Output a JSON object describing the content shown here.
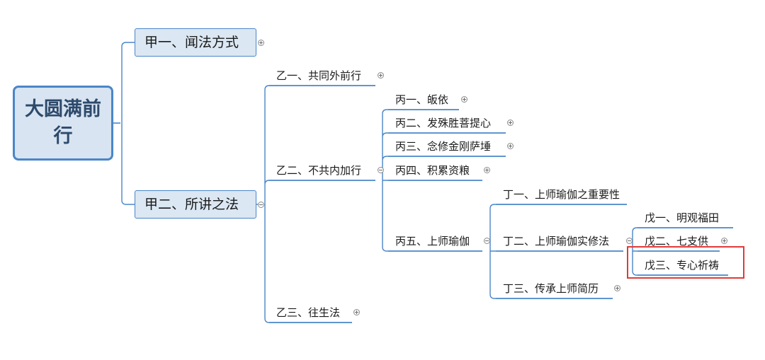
{
  "root": {
    "title": "大圆满前行"
  },
  "nodes": {
    "jia1": "甲一、闻法方式",
    "jia2": "甲二、所讲之法",
    "yi1": "乙一、共同外前行",
    "yi2": "乙二、不共内加行",
    "yi3": "乙三、往生法",
    "bing1": "丙一、皈依",
    "bing2": "丙二、发殊胜菩提心",
    "bing3": "丙三、念修金刚萨埵",
    "bing4": "丙四、积累资粮",
    "bing5": "丙五、上师瑜伽",
    "ding1": "丁一、上师瑜伽之重要性",
    "ding2": "丁二、上师瑜伽实修法",
    "ding3": "丁三、传承上师简历",
    "wu1": "戊一、明观福田",
    "wu2": "戊二、七支供",
    "wu3": "戊三、专心祈祷"
  },
  "highlighted_node": "wu3",
  "colors": {
    "line": "#4a86c8",
    "box_fill": "#dbe7f3",
    "root_fill": "#d8e4f1",
    "root_text": "#2d4a6c",
    "highlight": "#e03a3a"
  },
  "icons": {
    "expand": "plus-circle-icon",
    "collapse": "minus-circle-icon"
  }
}
